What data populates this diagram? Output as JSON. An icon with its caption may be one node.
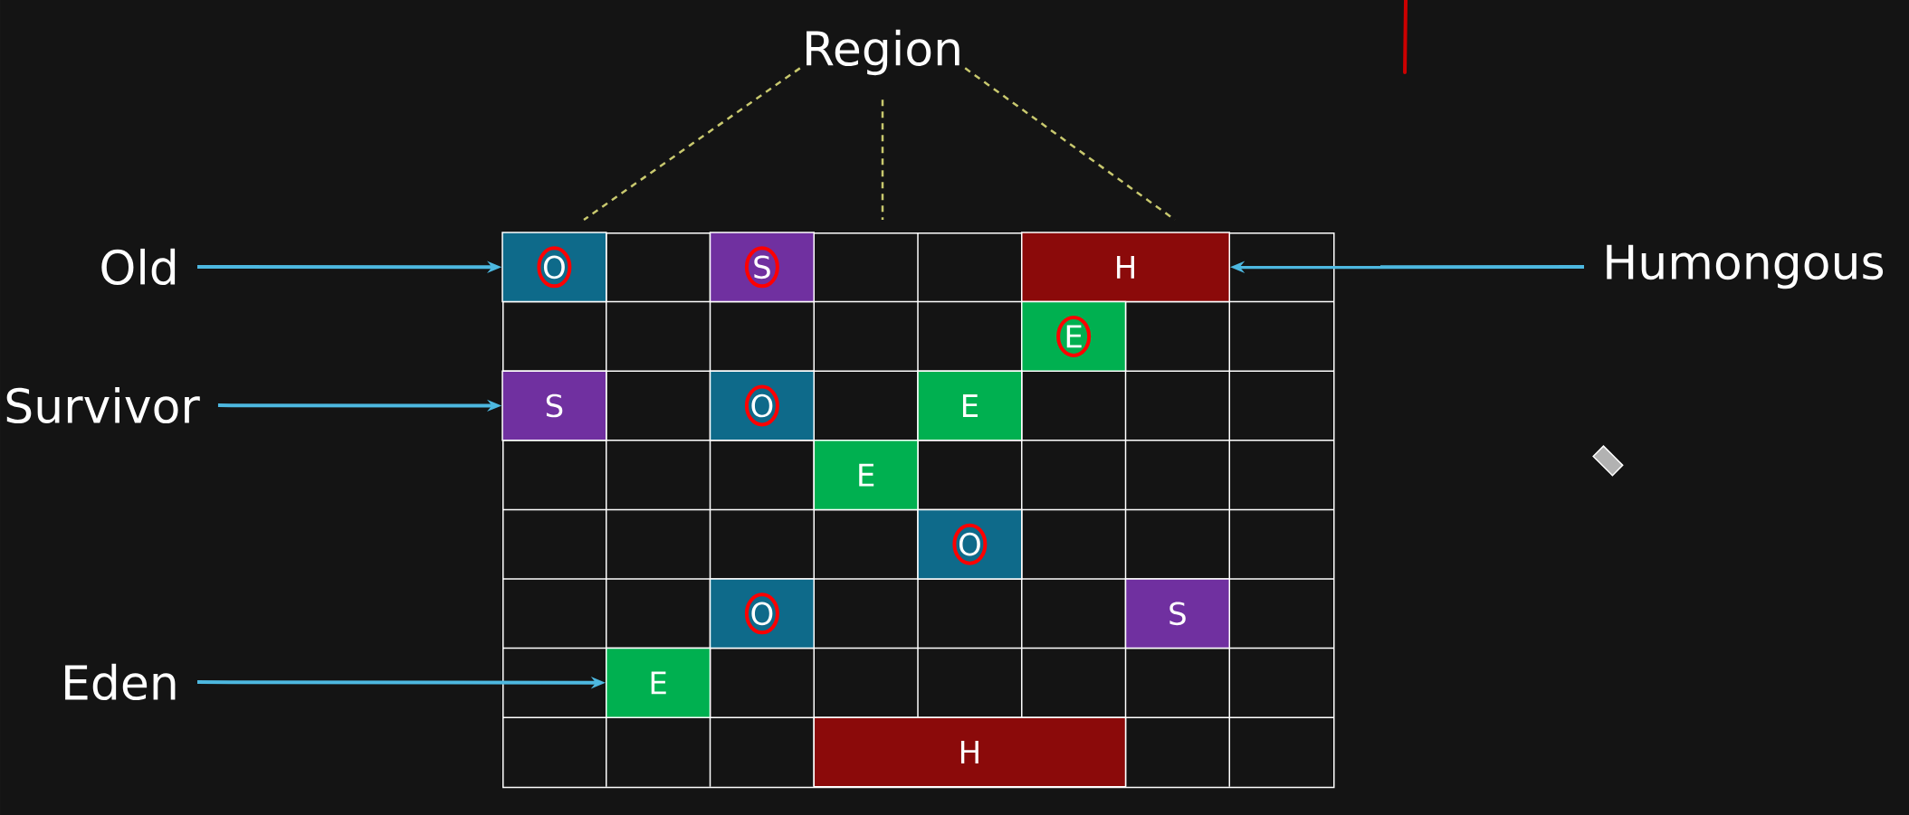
{
  "diagram": {
    "nodes": [
      {
        "text": [
          "Region"
        ]
      },
      {
        "text": [],
        "shape": "box"
      },
      {
        "text": [
          "Old"
        ]
      },
      {
        "text": [
          "Survivor"
        ]
      },
      {
        "text": [
          "Eden"
        ]
      },
      {
        "text": [
          "Humongous"
        ]
      },
      {
        "text": [
          "O"
        ],
        "in": 1
      },
      {
        "text": [
          "S"
        ],
        "in": 1
      },
      {
        "text": [
          "H"
        ],
        "in": 1
      },
      {
        "text": [
          "E"
        ],
        "in": 1
      },
      {
        "text": [
          "S"
        ],
        "in": 1
      },
      {
        "text": [
          "O"
        ],
        "in": 1
      },
      {
        "text": [
          "E"
        ],
        "in": 1
      },
      {
        "text": [
          "E"
        ],
        "in": 1
      },
      {
        "text": [
          "O"
        ],
        "in": 1
      },
      {
        "text": [
          "O"
        ],
        "in": 1
      },
      {
        "text": [
          "S"
        ],
        "in": 1
      },
      {
        "text": [
          "E"
        ],
        "in": 1
      },
      {
        "text": [
          "H"
        ],
        "in": 1
      }
    ],
    "edges": [
      {
        "from": 0,
        "to": 1,
        "arrow": "none",
        "style": "dashed",
        "color": "#c8c86e"
      },
      {
        "from": 0,
        "to": 1,
        "arrow": "none",
        "style": "dashed",
        "color": "#c8c86e"
      },
      {
        "from": 0,
        "to": 1,
        "arrow": "none",
        "style": "dashed",
        "color": "#c8c86e"
      },
      {
        "from": 2,
        "to": 6,
        "arrow": "to"
      },
      {
        "from": 3,
        "to": 10,
        "arrow": "to"
      },
      {
        "from": 4,
        "to": 17,
        "arrow": "to"
      },
      {
        "from": 5,
        "to": 8,
        "arrow": "to"
      }
    ]
  }
}
